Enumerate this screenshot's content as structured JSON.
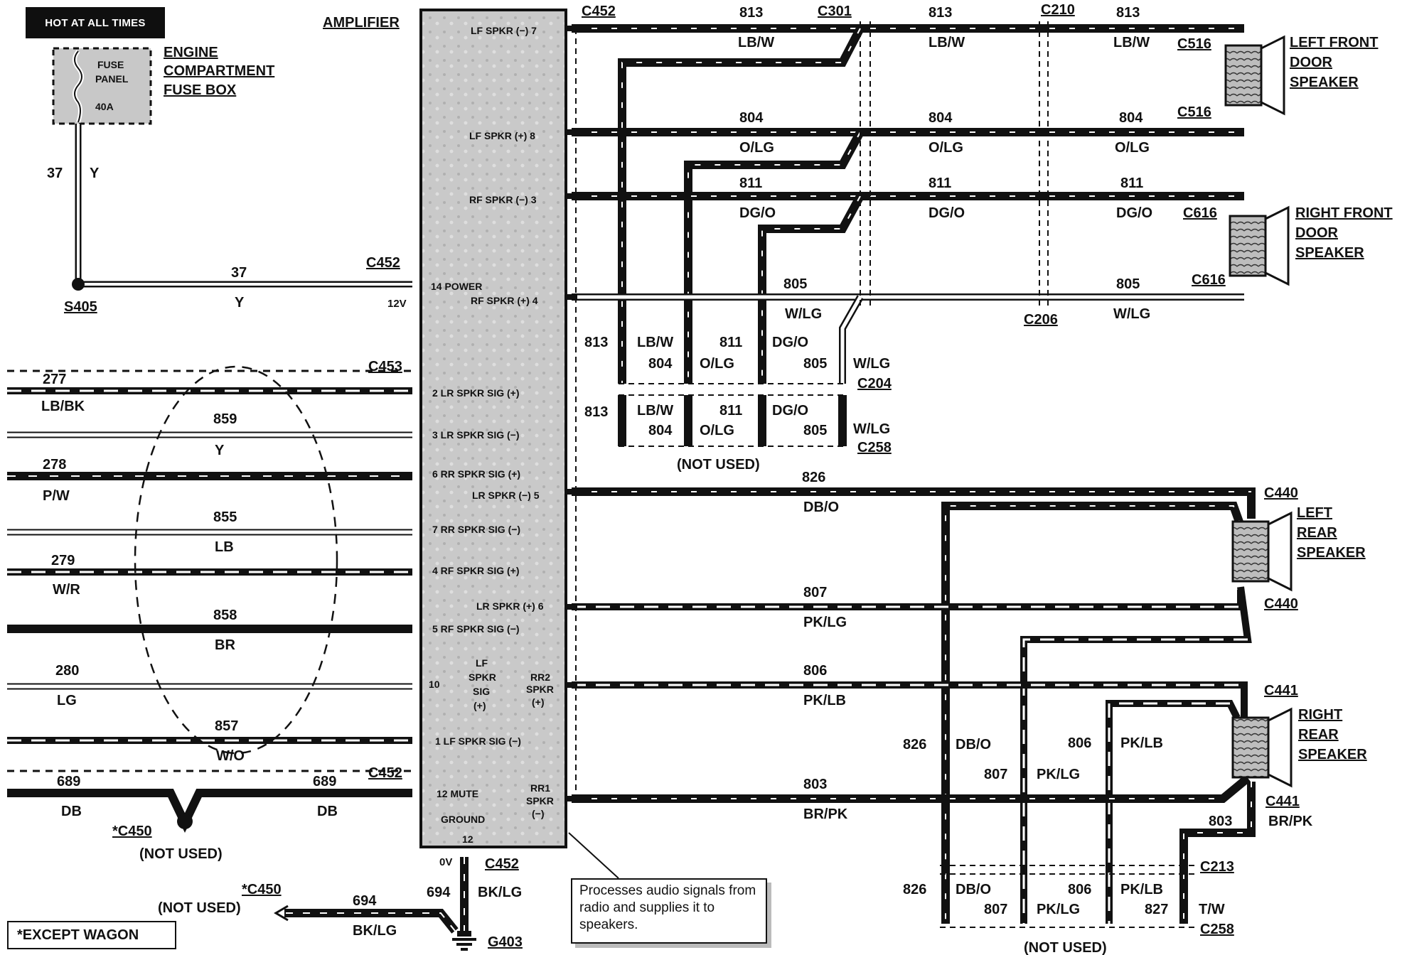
{
  "header": {
    "hot_at_all_times": "HOT AT ALL TIMES",
    "fuse": {
      "line1": "FUSE",
      "line2": "PANEL",
      "rating": "40A"
    },
    "fuse_box_label": [
      "ENGINE",
      "COMPARTMENT",
      "FUSE BOX"
    ],
    "amplifier_label": "AMPLIFIER"
  },
  "amplifier_pins": [
    "LF SPKR (−) 7",
    "LF SPKR  (+) 8",
    "RF SPKR (−) 3",
    "14 POWER",
    "RF SPKR (+) 4",
    "2  LR SPKR SIG (+)",
    "3  LR SPKR SIG (−)",
    "6 RR SPKR SIG (+)",
    "LR SPKR (−) 5",
    "7 RR SPKR SIG (−)",
    "4 RF SPKR SIG (+)",
    "LR SPKR (+) 6",
    "5 RF SPKR SIG (−)",
    "10",
    "LF",
    "SPKR",
    "SIG",
    "(+)",
    "RR2",
    "SPKR",
    "(+)",
    "1  LF SPKR SIG (−)",
    "12 MUTE",
    "GROUND",
    "12",
    "RR1",
    "SPKR",
    "(−)"
  ],
  "power_circuit": {
    "circuit": "37",
    "color": "Y",
    "splice": "S405",
    "connector": "C452",
    "voltage": "12V"
  },
  "input_wires": [
    {
      "circuit": "277",
      "color": "LB/BK"
    },
    {
      "circuit": "859",
      "color": "Y"
    },
    {
      "circuit": "278",
      "color": "P/W"
    },
    {
      "circuit": "855",
      "color": "LB"
    },
    {
      "circuit": "279",
      "color": "W/R"
    },
    {
      "circuit": "858",
      "color": "BR"
    },
    {
      "circuit": "280",
      "color": "LG"
    },
    {
      "circuit": "857",
      "color": "W/O"
    }
  ],
  "c453": "C453",
  "mute_circuit": {
    "circuit_left": "689",
    "color_left": "DB",
    "circuit_right": "689",
    "color_right": "DB",
    "connector": "C452",
    "c450": "*C450",
    "not_used": "(NOT USED)"
  },
  "ground_circuit": {
    "voltage": "0V",
    "connector": "C452",
    "circuit": "694",
    "color": "BK/LG",
    "ground": "G403",
    "c450": "*C450",
    "not_used": "(NOT USED)"
  },
  "front_speaker_wires": [
    {
      "circuit": "813",
      "color": "LB/W"
    },
    {
      "circuit": "804",
      "color": "O/LG"
    },
    {
      "circuit": "811",
      "color": "DG/O"
    },
    {
      "circuit": "805",
      "color": "W/LG"
    }
  ],
  "front_connectors": {
    "amp": "C452",
    "c301": "C301",
    "c210": "C210",
    "c206": "C206",
    "c516a": "C516",
    "c516b": "C516",
    "c616a": "C616",
    "c616b": "C616",
    "c204": "C204",
    "c258": "C258"
  },
  "front_not_used": "(NOT USED)",
  "rear_speaker_wires": [
    {
      "circuit": "826",
      "color": "DB/O"
    },
    {
      "circuit": "807",
      "color": "PK/LG"
    },
    {
      "circuit": "806",
      "color": "PK/LB"
    },
    {
      "circuit": "803",
      "color": "BR/PK"
    }
  ],
  "rear_connectors": {
    "c440a": "C440",
    "c440b": "C440",
    "c441a": "C441",
    "c441b": "C441",
    "c213": "C213",
    "c258": "C258"
  },
  "rear_extra": {
    "circuit": "827",
    "color": "T/W"
  },
  "rear_not_used": "(NOT USED)",
  "speakers": {
    "left_front": [
      "LEFT FRONT",
      "DOOR",
      "SPEAKER"
    ],
    "right_front": [
      "RIGHT FRONT",
      "DOOR",
      "SPEAKER"
    ],
    "left_rear": [
      "LEFT",
      "REAR",
      "SPEAKER"
    ],
    "right_rear": [
      "RIGHT",
      "REAR",
      "SPEAKER"
    ]
  },
  "note": "Processes audio signals from radio and supplies it to speakers.",
  "footnote": "*EXCEPT WAGON"
}
